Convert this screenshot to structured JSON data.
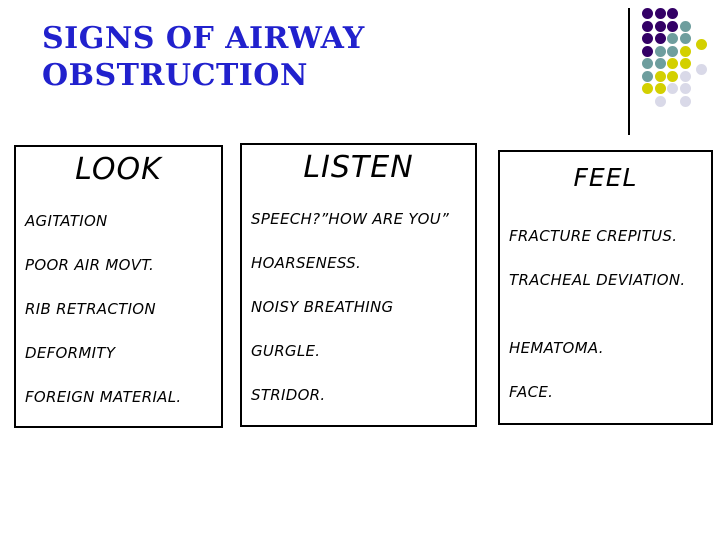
{
  "slide": {
    "background_color": "#ffffff",
    "title": {
      "text": "SIGNS OF AIRWAY OBSTRUCTION",
      "color": "#2121cd"
    },
    "columns": [
      {
        "heading": "LOOK",
        "items": [
          "AGITATION",
          "POOR AIR MOVT.",
          "RIB RETRACTION",
          "DEFORMITY",
          "FOREIGN MATERIAL."
        ]
      },
      {
        "heading": "LISTEN",
        "items": [
          "SPEECH?”HOW ARE YOU”",
          "HOARSENESS.",
          "NOISY BREATHING",
          "GURGLE.",
          "STRIDOR."
        ]
      },
      {
        "heading": "FEEL",
        "items": [
          "FRACTURE CREPITUS.",
          "TRACHEAL DEVIATION.",
          "HEMATOMA.",
          "FACE."
        ]
      }
    ],
    "box_border_color": "#000000",
    "text_color": "#000000",
    "decoration": {
      "divider_line_color": "#000000",
      "palette": {
        "P": "#330066",
        "T": "#6e9e9e",
        "Y": "#d3d000",
        "L": "#d9d9e8"
      },
      "rows": [
        "PPP..",
        "PPPT.",
        "PPTTY",
        "PTTY.",
        "TTYYL",
        "TYYL.",
        "YYLL.",
        ".L.L."
      ]
    }
  }
}
